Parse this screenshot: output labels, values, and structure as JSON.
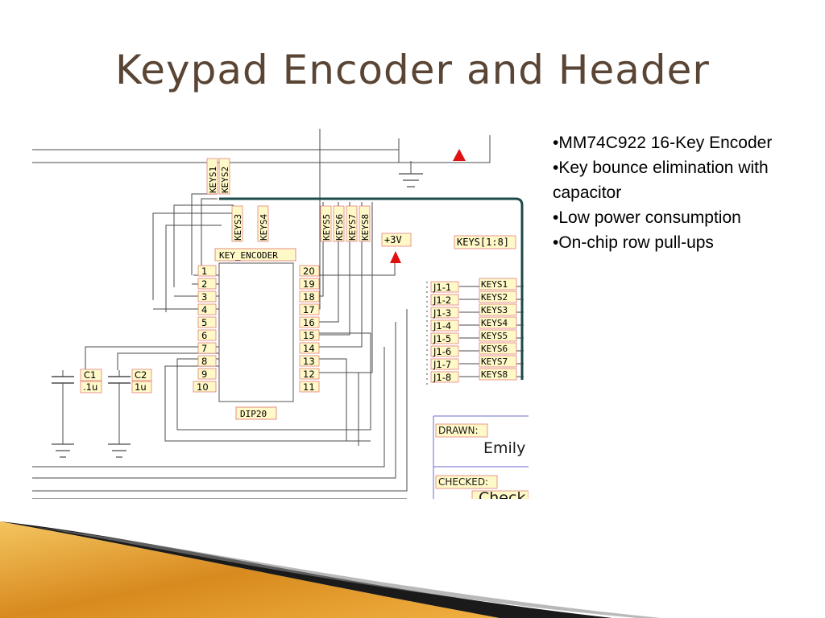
{
  "slide": {
    "title": "Keypad Encoder and Header",
    "bullets": [
      "•MM74C922 16-Key Encoder",
      "•Key bounce elimination with capacitor",
      "•Low power consumption",
      "•On-chip row pull-ups"
    ]
  },
  "schematic": {
    "component_name": "KEY_ENCODER",
    "package": "DIP20",
    "left_pins": [
      "1",
      "2",
      "3",
      "4",
      "5",
      "6",
      "7",
      "8",
      "9",
      "10"
    ],
    "right_pins": [
      "20",
      "19",
      "18",
      "17",
      "16",
      "15",
      "14",
      "13",
      "12",
      "11"
    ],
    "top_nets_a": [
      "KEYS1",
      "KEYS2"
    ],
    "top_nets_b": [
      "KEYS3",
      "KEYS4"
    ],
    "top_nets_c": [
      "KEYS5",
      "KEYS6",
      "KEYS7",
      "KEYS8"
    ],
    "power_label": "+3V",
    "bus_label": "KEYS[1:8]",
    "header_pins": [
      "J1-1",
      "J1-2",
      "J1-3",
      "J1-4",
      "J1-5",
      "J1-6",
      "J1-7",
      "J1-8"
    ],
    "header_nets": [
      "KEYS1",
      "KEYS2",
      "KEYS3",
      "KEYS4",
      "KEYS5",
      "KEYS6",
      "KEYS7",
      "KEYS8"
    ],
    "capacitors": [
      {
        "ref": "C1",
        "value": ".1u"
      },
      {
        "ref": "C2",
        "value": "1u"
      }
    ],
    "title_block": {
      "drawn_label": "DRAWN:",
      "drawn_value": "Emily",
      "checked_label": "CHECKED:",
      "checked_value": "Check"
    },
    "colors": {
      "wire": "#4a4a4a",
      "bus": "#1e4a4a",
      "label_fill": "#fff9c8",
      "label_border": "#e07070",
      "power": "#e01010",
      "name_text": "#b000b0"
    }
  }
}
